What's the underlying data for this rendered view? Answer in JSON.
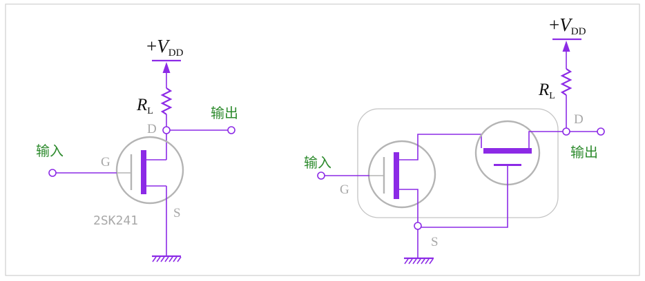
{
  "left_circuit": {
    "supply": {
      "prefix": "+",
      "symbol": "V",
      "subscript": "DD"
    },
    "resistor": {
      "symbol": "R",
      "subscript": "L"
    },
    "input_label": "输入",
    "output_label": "输出",
    "gate_label": "G",
    "drain_label": "D",
    "source_label": "S",
    "part_number": "2SK241"
  },
  "right_circuit": {
    "supply": {
      "prefix": "+",
      "symbol": "V",
      "subscript": "DD"
    },
    "resistor": {
      "symbol": "R",
      "subscript": "L"
    },
    "input_label": "输入",
    "output_label": "输出",
    "gate_label": "G",
    "drain_label": "D",
    "source_label": "S"
  },
  "colors": {
    "wire": "#8c2ae6",
    "outline": "#b4b4b4",
    "label": "#a8a8a8",
    "io": "#2e8b2e",
    "frame": "#cfcfcf"
  }
}
